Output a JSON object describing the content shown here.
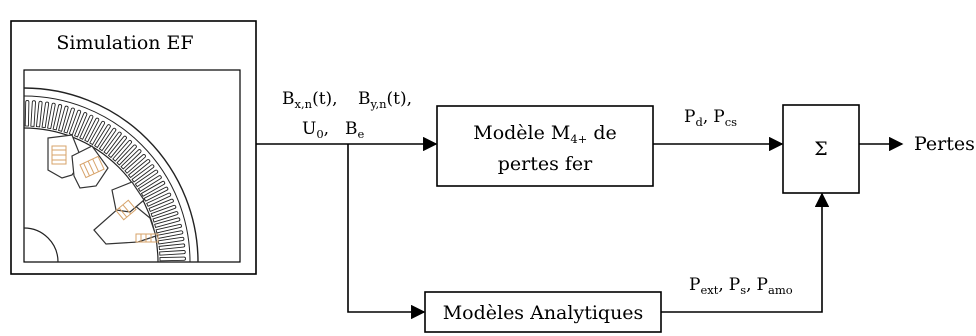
{
  "simulation": {
    "title": "Simulation EF"
  },
  "signals_fe": {
    "bx": {
      "base": "B",
      "sub": "x,n",
      "tail": "(t),"
    },
    "by": {
      "base": "B",
      "sub": "y,n",
      "tail": "(t),"
    },
    "u0": {
      "base": "U",
      "sub": "0",
      "tail": ","
    },
    "be": {
      "base": "B",
      "sub": "e",
      "tail": ""
    }
  },
  "model_m4": {
    "line1_prefix": "Modèle M",
    "line1_sub": "4+",
    "line1_suffix": " de",
    "line2": "pertes fer"
  },
  "model_analytic": {
    "label": "Modèles Analytiques"
  },
  "out_m4": {
    "pd": {
      "base": "P",
      "sub": "d",
      "tail": ","
    },
    "pcs": {
      "base": "P",
      "sub": "cs",
      "tail": ""
    }
  },
  "out_analytic": {
    "pext": {
      "base": "P",
      "sub": "ext",
      "tail": ","
    },
    "ps": {
      "base": "P",
      "sub": "s",
      "tail": ","
    },
    "pamo": {
      "base": "P",
      "sub": "amo",
      "tail": ""
    }
  },
  "sum": {
    "symbol": "Σ"
  },
  "output": {
    "label": "Pertes"
  }
}
